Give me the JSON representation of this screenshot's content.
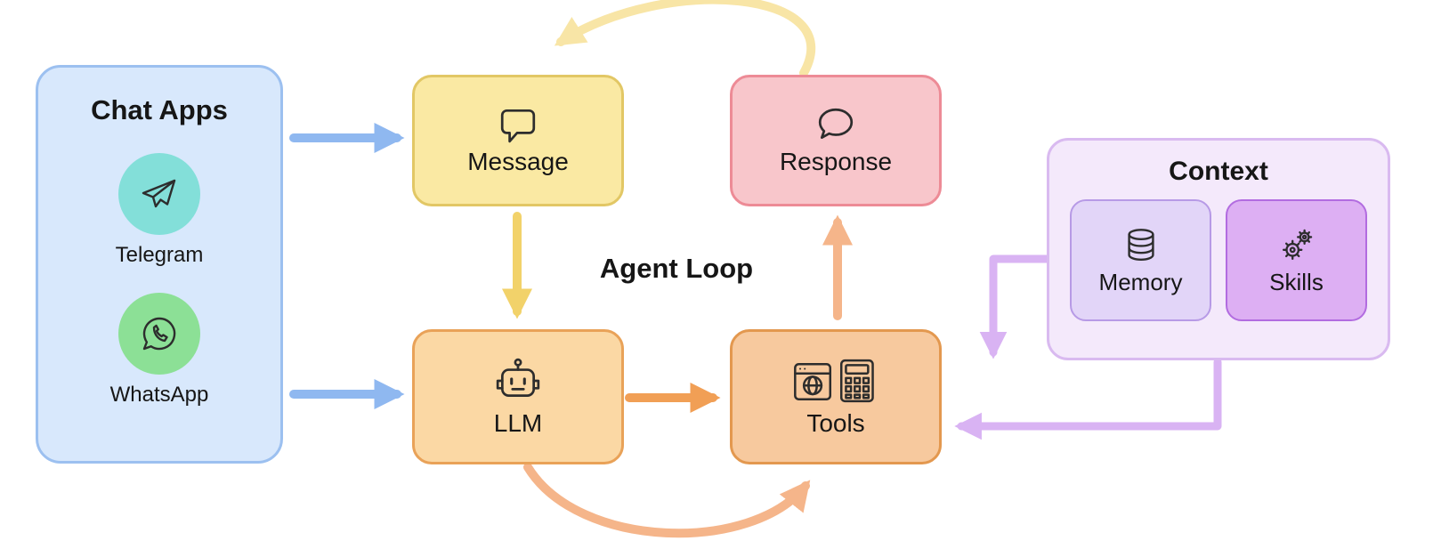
{
  "diagram_title": "Agent Loop",
  "nodes": {
    "chat_apps": {
      "title": "Chat Apps",
      "items": [
        {
          "label": "Telegram",
          "icon": "telegram-paper-plane"
        },
        {
          "label": "WhatsApp",
          "icon": "whatsapp-phone-bubble"
        }
      ]
    },
    "message": {
      "label": "Message",
      "icon": "square-speech-bubble"
    },
    "response": {
      "label": "Response",
      "icon": "round-speech-bubble"
    },
    "llm": {
      "label": "LLM",
      "icon": "robot-head"
    },
    "tools": {
      "label": "Tools",
      "icon": "browser-and-calculator"
    },
    "context": {
      "title": "Context",
      "memory": {
        "label": "Memory",
        "icon": "database-cylinder"
      },
      "skills": {
        "label": "Skills",
        "icon": "gears"
      }
    },
    "agent_loop_label": "Agent Loop"
  },
  "edges": [
    {
      "from": "chat-apps",
      "to": "message",
      "color": "blue",
      "style": "straight"
    },
    {
      "from": "chat-apps",
      "to": "llm",
      "color": "blue",
      "style": "straight"
    },
    {
      "from": "message",
      "to": "llm",
      "color": "yellow",
      "style": "straight"
    },
    {
      "from": "llm",
      "to": "tools",
      "color": "orange",
      "style": "straight"
    },
    {
      "from": "tools",
      "to": "response",
      "color": "orange-light",
      "style": "straight"
    },
    {
      "from": "response",
      "to": "message",
      "color": "yellow-light",
      "style": "curve-top"
    },
    {
      "from": "llm",
      "to": "tools",
      "color": "orange-light",
      "style": "curve-bottom"
    },
    {
      "from": "context",
      "to": "tools",
      "color": "purple",
      "style": "elbow-down"
    },
    {
      "from": "context",
      "to": "tools",
      "color": "purple",
      "style": "elbow-left"
    }
  ],
  "colors": {
    "chat_apps_fill": "#d8e8fc",
    "chat_apps_border": "#9cc0f0",
    "telegram_bg": "#83dfd9",
    "whatsapp_bg": "#8ce096",
    "message_fill": "#fae9a3",
    "message_border": "#e2c765",
    "response_fill": "#f8c6cb",
    "response_border": "#ed8b96",
    "llm_fill": "#fbd8a4",
    "llm_border": "#e9a258",
    "tools_fill": "#f7c99e",
    "tools_border": "#e3984f",
    "context_fill": "#f4e9fb",
    "context_border": "#d9baf0",
    "memory_fill": "#e2d5f8",
    "memory_border": "#b79ae6",
    "skills_fill": "#ddaff3",
    "skills_border": "#b26ce0",
    "arrow_blue": "#8fb8f0",
    "arrow_yellow": "#f2d26a",
    "arrow_yellow_light": "#f8e5a6",
    "arrow_orange": "#f19f55",
    "arrow_orange_light": "#f5b58a",
    "arrow_purple": "#d9b3f3",
    "icon_stroke": "#2d2d2d",
    "text": "#161616"
  }
}
